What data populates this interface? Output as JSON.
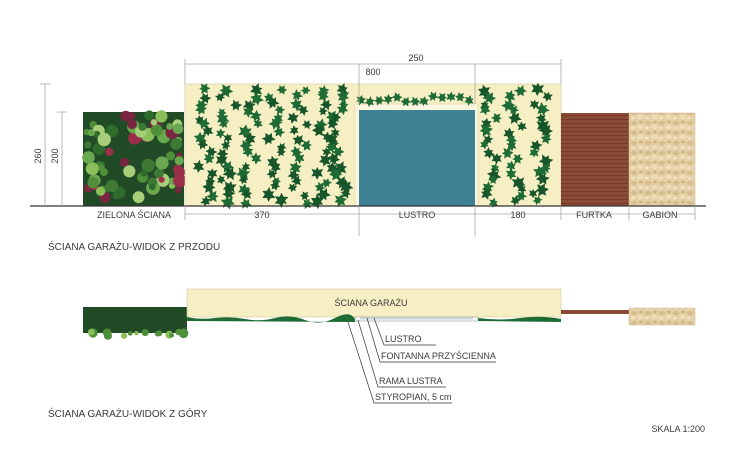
{
  "front": {
    "caption": "ŚCIANA GARAŻU-WIDOK Z PRZODU",
    "dim_height_total": "260",
    "dim_height_wall": "200",
    "dim_width_total": "800",
    "dim_mirror_width": "250",
    "dim_left_segment": "370",
    "dim_right_segment": "180",
    "label_green_wall": "ZIELONA ŚCIANA",
    "label_mirror": "LUSTRO",
    "label_gate": "FURTKA",
    "label_gabion": "GABION"
  },
  "top": {
    "caption": "ŚCIANA GARAŻU-WIDOK Z GÓRY",
    "wall_label": "ŚCIANA GARAŻU",
    "callouts": [
      "LUSTRO",
      "FONTANNA PRZYŚCIENNA",
      "RAMA LUSTRA",
      "STYROPIAN, 5 cm"
    ]
  },
  "scale": "SKALA 1:200",
  "colors": {
    "wall": "#f7efc4",
    "mirror": "#3f8296",
    "ivy": "#1e6b35",
    "gate": "#8b4a35",
    "gabion": "#e4cfa6",
    "green_wall_bg": "#214a26"
  }
}
